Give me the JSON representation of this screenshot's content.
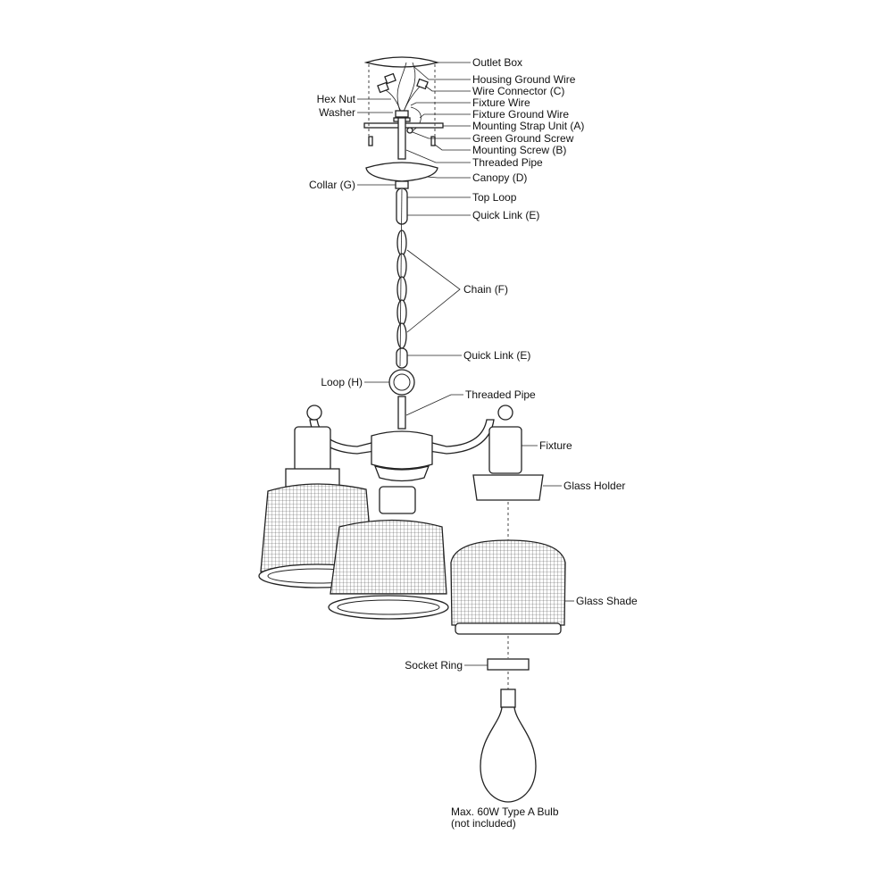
{
  "labels": {
    "outlet_box": "Outlet Box",
    "housing_ground_wire": "Housing Ground Wire",
    "wire_connector": "Wire Connector (C)",
    "fixture_wire": "Fixture Wire",
    "fixture_ground_wire": "Fixture Ground Wire",
    "mounting_strap": "Mounting Strap Unit (A)",
    "green_ground_screw": "Green Ground Screw",
    "mounting_screw": "Mounting Screw (B)",
    "threaded_pipe_top": "Threaded Pipe",
    "canopy": "Canopy (D)",
    "top_loop": "Top Loop",
    "quick_link_top": "Quick Link (E)",
    "chain": "Chain (F)",
    "quick_link_bottom": "Quick Link (E)",
    "threaded_pipe_bottom": "Threaded Pipe",
    "fixture": "Fixture",
    "glass_holder": "Glass Holder",
    "glass_shade": "Glass Shade",
    "hex_nut": "Hex Nut",
    "washer": "Washer",
    "collar": "Collar (G)",
    "loop": "Loop (H)",
    "socket_ring": "Socket Ring",
    "bulb_line1": "Max. 60W Type A Bulb",
    "bulb_line2": "(not included)"
  }
}
